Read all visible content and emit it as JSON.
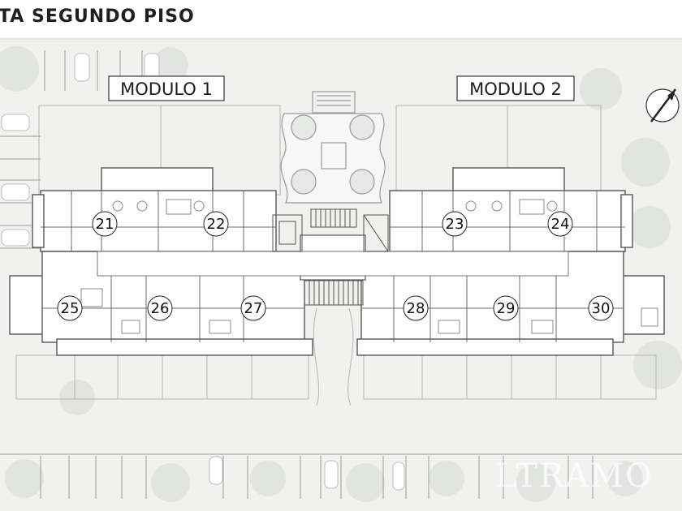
{
  "title": "TA SEGUNDO PISO",
  "modules": [
    {
      "label": "MODULO 1"
    },
    {
      "label": "MODULO 2"
    }
  ],
  "units": [
    "21",
    "22",
    "23",
    "24",
    "25",
    "26",
    "27",
    "28",
    "29",
    "30"
  ],
  "watermark": "LTRAMO",
  "colors": {
    "background": "#f1f2f0",
    "building_fill": "#ffffff",
    "wall": "#555555",
    "vegetation": "#e2e4e1",
    "text": "#1d1d1d"
  },
  "icons": [
    "north-arrow-icon",
    "staircase-icon",
    "car-icon",
    "tree-icon"
  ]
}
